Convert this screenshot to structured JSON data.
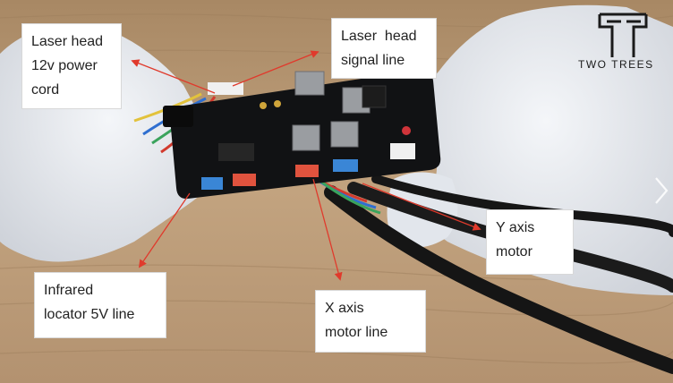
{
  "labels": {
    "laser_power": [
      "Laser head",
      "12v power",
      "cord"
    ],
    "laser_signal": [
      "Laser  head",
      "signal line"
    ],
    "y_axis": [
      "Y axis",
      "motor"
    ],
    "infrared": [
      "Infrared",
      "locator 5V line"
    ],
    "x_axis": [
      "X axis",
      "motor line"
    ]
  },
  "brand": {
    "logo_icon": "two-trees-logo-icon",
    "name": "TWO TREES"
  },
  "colors": {
    "arrow": "#e03a2c",
    "label_bg": "#ffffff",
    "table_wood": "#b89a76",
    "glove": "#e6e9ee",
    "board": "#111214"
  },
  "icons": {
    "next": "chevron-right-icon"
  }
}
